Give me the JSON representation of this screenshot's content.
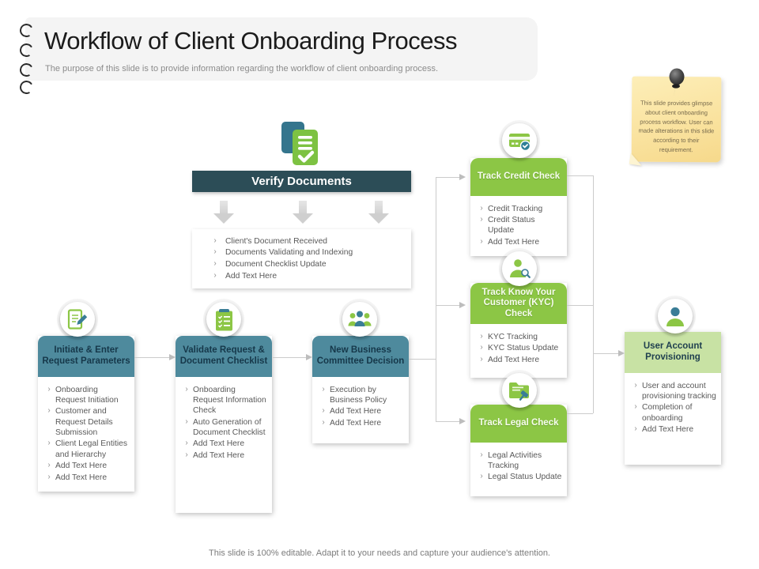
{
  "slide": {
    "title": "Workflow of Client Onboarding Process",
    "subtitle": "The purpose of this slide is to provide information regarding the  workflow of client onboarding process.",
    "sticky_note": "This slide provides glimpse about client onboarding process workflow. User can made alterations in this slide according to their requirement.",
    "footer": "This slide is 100% editable. Adapt it to your needs and capture your audience's attention."
  },
  "ui": {
    "bullet_glyph": "›"
  },
  "colors": {
    "dark_slate_header": "#2c4d57",
    "teal_header": "#4e8a9d",
    "green_header": "#8cc645",
    "light_green_header": "#c8e2a4",
    "body_text": "#595959",
    "connector_gray": "#cbcbcb",
    "note_yellow": "#fae3a0",
    "icon_green": "#7dc242",
    "icon_teal": "#3a7d96"
  },
  "icons": [
    "documents-check-icon",
    "credit-card-check-icon",
    "person-search-icon",
    "folder-gavel-icon",
    "edit-document-icon",
    "checklist-clipboard-icon",
    "team-icon",
    "user-icon",
    "push-pin-icon",
    "binding-ring-icon"
  ],
  "diagram": {
    "verify": {
      "title": "Verify Documents",
      "items": [
        "Client's Document Received",
        "Documents Validating and Indexing",
        "Document Checklist Update",
        "Add Text Here"
      ]
    },
    "initiate": {
      "title": "Initiate & Enter Request Parameters",
      "items": [
        "Onboarding Request Initiation",
        "Customer and Request Details Submission",
        "Client Legal Entities and Hierarchy",
        "Add Text Here",
        "Add Text Here"
      ]
    },
    "validate": {
      "title": "Validate Request & Document Checklist",
      "items": [
        "Onboarding Request Information Check",
        "Auto Generation of Document Checklist",
        "Add Text Here",
        "Add Text Here"
      ]
    },
    "committee": {
      "title": "New Business Committee Decision",
      "items": [
        "Execution by Business Policy",
        "Add Text Here",
        "Add Text Here"
      ]
    },
    "credit": {
      "title": "Track Credit Check",
      "items": [
        "Credit Tracking",
        "Credit Status Update",
        "Add Text Here"
      ]
    },
    "kyc": {
      "title": "Track Know Your Customer (KYC) Check",
      "items": [
        "KYC Tracking",
        "KYC Status Update",
        "Add Text Here"
      ]
    },
    "legal": {
      "title": "Track Legal Check",
      "items": [
        "Legal Activities Tracking",
        "Legal Status Update"
      ]
    },
    "account": {
      "title": "User Account Provisioning",
      "items": [
        "User and account provisioning tracking",
        "Completion of onboarding",
        "Add Text Here"
      ]
    }
  }
}
